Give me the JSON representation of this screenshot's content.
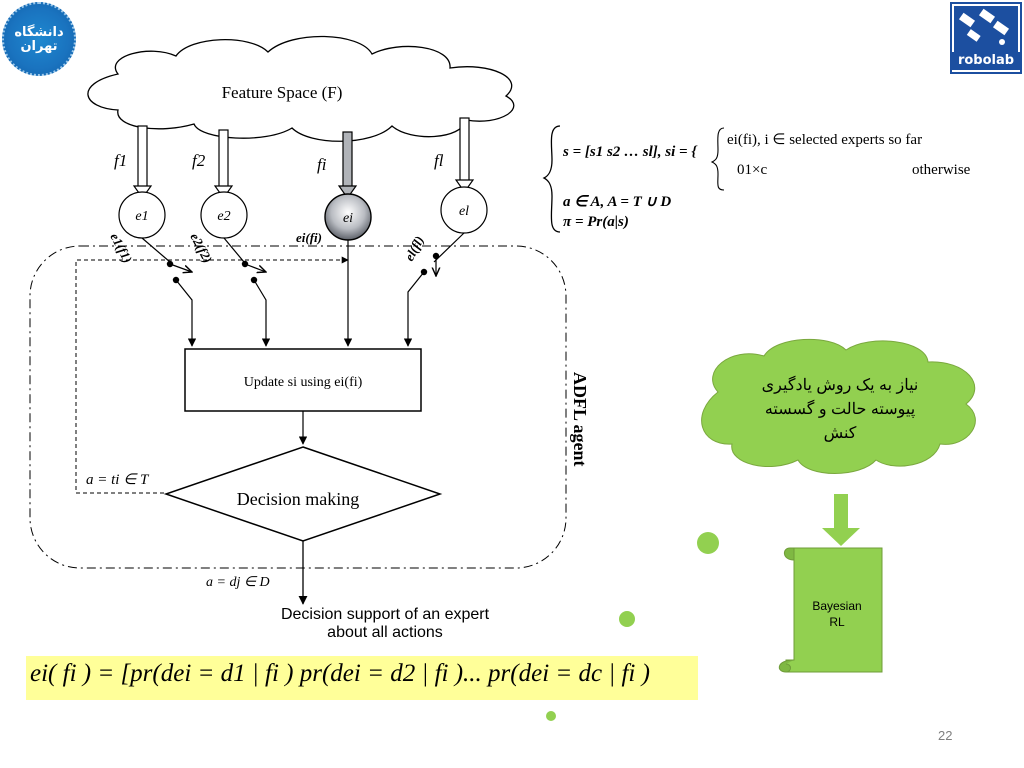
{
  "logos": {
    "university_text": "دانشگاه تهران",
    "robolab_text": "robolab",
    "robolab_icon": "robot-arms-icon"
  },
  "diagram": {
    "feature_space": "Feature Space (F)",
    "features": [
      "f1",
      "f2",
      "fi",
      "fl"
    ],
    "experts": [
      "e1",
      "e2",
      "ei",
      "el"
    ],
    "expert_outputs": [
      "e1(f1)",
      "e2(f2)",
      "ei(fi)",
      "el(fl)"
    ],
    "update_box": "Update si using ei(fi)",
    "decision_box": "Decision making",
    "agent_label": "ADFL agent",
    "feedback_label": "a = ti ∈ T",
    "output_label": "a = dj ∈ D",
    "caption_line1": "Decision support of an expert",
    "caption_line2": "about all actions"
  },
  "formulas": {
    "state": "s = [s1 s2 … sl], si = {",
    "case1": "ei(fi), i ∈ selected experts so far",
    "case2_value": "01×c",
    "case2_text": "otherwise",
    "action_set": "a ∈ A, A = T ∪ D",
    "policy": "π = Pr(a|s)"
  },
  "cloud_note": {
    "line1": "نیاز به یک روش یادگیری",
    "line2": "پیوسته حالت و گسسته",
    "line3": "کنش"
  },
  "scroll_label": {
    "line1": "Bayesian",
    "line2": "RL"
  },
  "equation": "ei( fi ) = [pr(dei = d1 | fi ) pr(dei = d2 | fi )... pr(dei = dc | fi )",
  "page_number": "22",
  "colors": {
    "green_fill": "#92d050",
    "highlight": "#ffff99",
    "blue_logo": "#1c4fa0"
  }
}
